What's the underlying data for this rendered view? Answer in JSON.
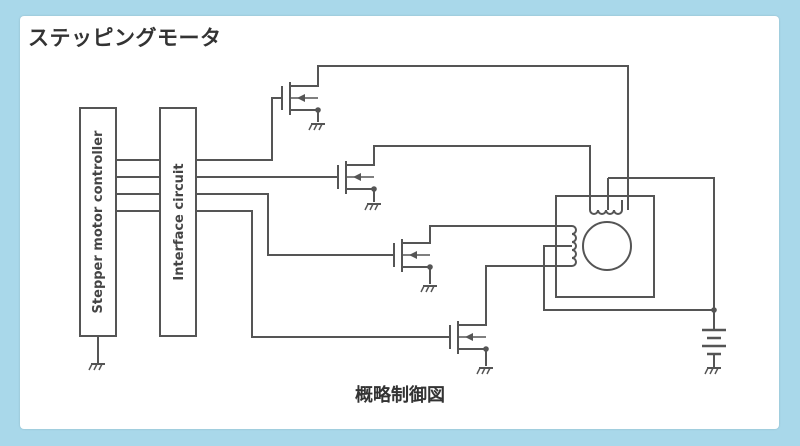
{
  "title": "ステッピングモータ",
  "caption": "概略制御図",
  "diagram": {
    "controller_label": "Stepper motor controller",
    "interface_label": "Interface circuit"
  },
  "colors": {
    "background": "#a9d8ea",
    "card": "#ffffff",
    "line": "#555555",
    "text": "#333333"
  }
}
